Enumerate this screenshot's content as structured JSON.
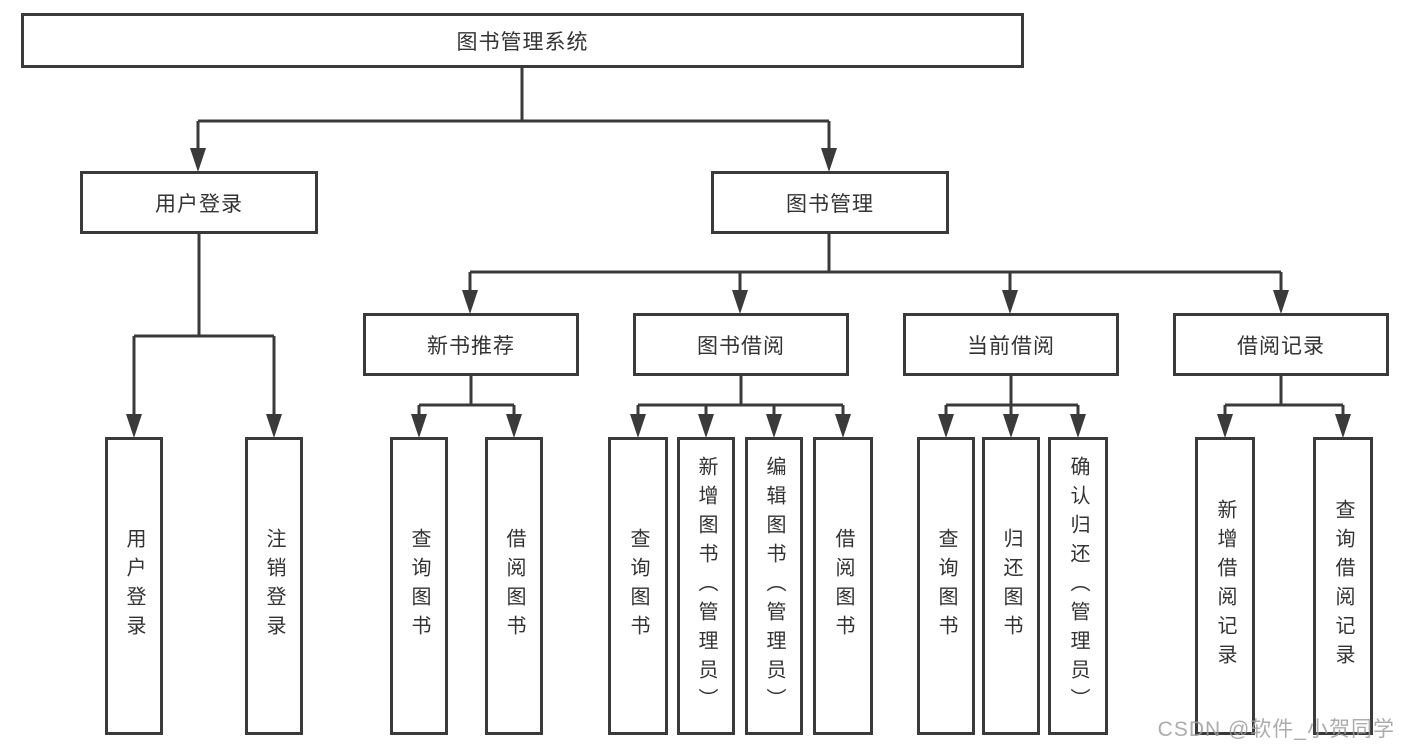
{
  "diagram": {
    "title_note": "library management system function structure chart",
    "root_label": "图书管理系统",
    "level1": [
      "用户登录",
      "图书管理"
    ],
    "level2": [
      "新书推荐",
      "图书借阅",
      "当前借阅",
      "借阅记录"
    ],
    "leaves_user": [
      "用户登录",
      "注销登录"
    ],
    "leaves_recommend": [
      "查询图书",
      "借阅图书"
    ],
    "leaves_borrow": [
      "查询图书",
      "新增图书（管理员）",
      "编辑图书（管理员）",
      "借阅图书"
    ],
    "leaves_current": [
      "查询图书",
      "归还图书",
      "确认归还（管理员）"
    ],
    "leaves_records": [
      "新增借阅记录",
      "查询借阅记录"
    ]
  },
  "watermark": {
    "text": "CSDN @软件_小贺同学"
  },
  "colors": {
    "line": "#3a3a3a",
    "border": "#3a3a3a",
    "text": "#333333",
    "background": "#ffffff",
    "watermark": "#9e9e9e"
  }
}
